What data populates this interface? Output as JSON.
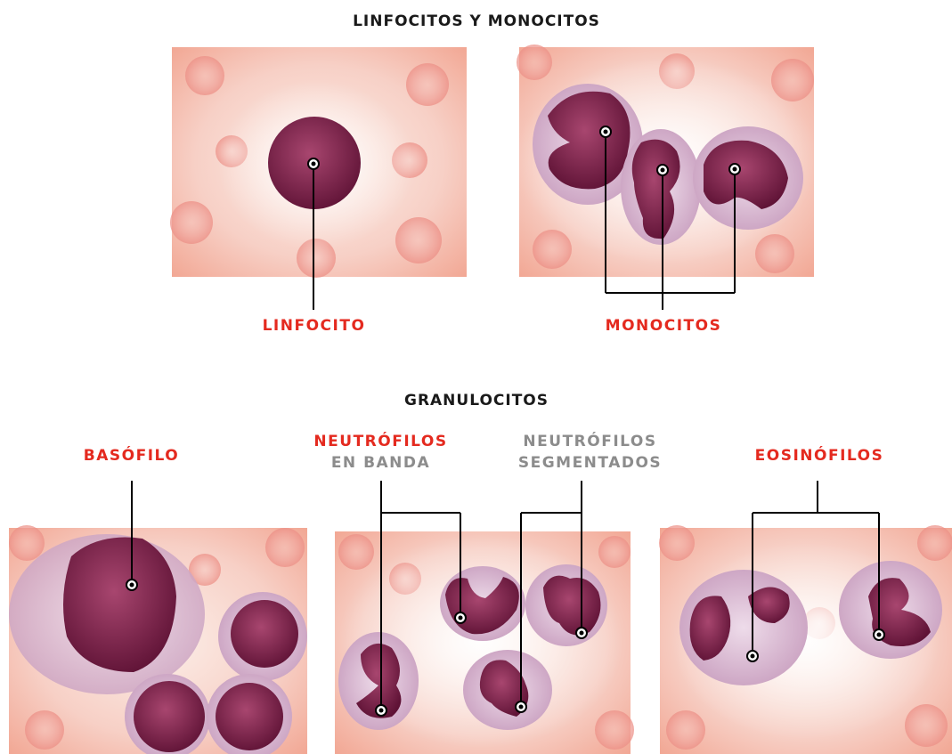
{
  "titles": {
    "top": "LINFOCITOS Y MONOCITOS",
    "bottom": "GRANULOCITOS"
  },
  "labels": {
    "linfocito": "LINFOCITO",
    "monocitos": "MONOCITOS",
    "basofilo": "BASÓFILO",
    "neutrofilos_banda_1": "NEUTRÓFILOS",
    "neutrofilos_banda_2": "EN BANDA",
    "neutrofilos_seg_1": "NEUTRÓFILOS",
    "neutrofilos_seg_2": "SEGMENTADOS",
    "eosinofilos": "EOSINÓFILOS"
  },
  "colors": {
    "label_red": "#e42a1f",
    "label_gray": "#8c8c8c",
    "background_pink": "#f7c9bf",
    "nucleus": "#7a1f45",
    "cytoplasm": "#d9b6cf"
  }
}
